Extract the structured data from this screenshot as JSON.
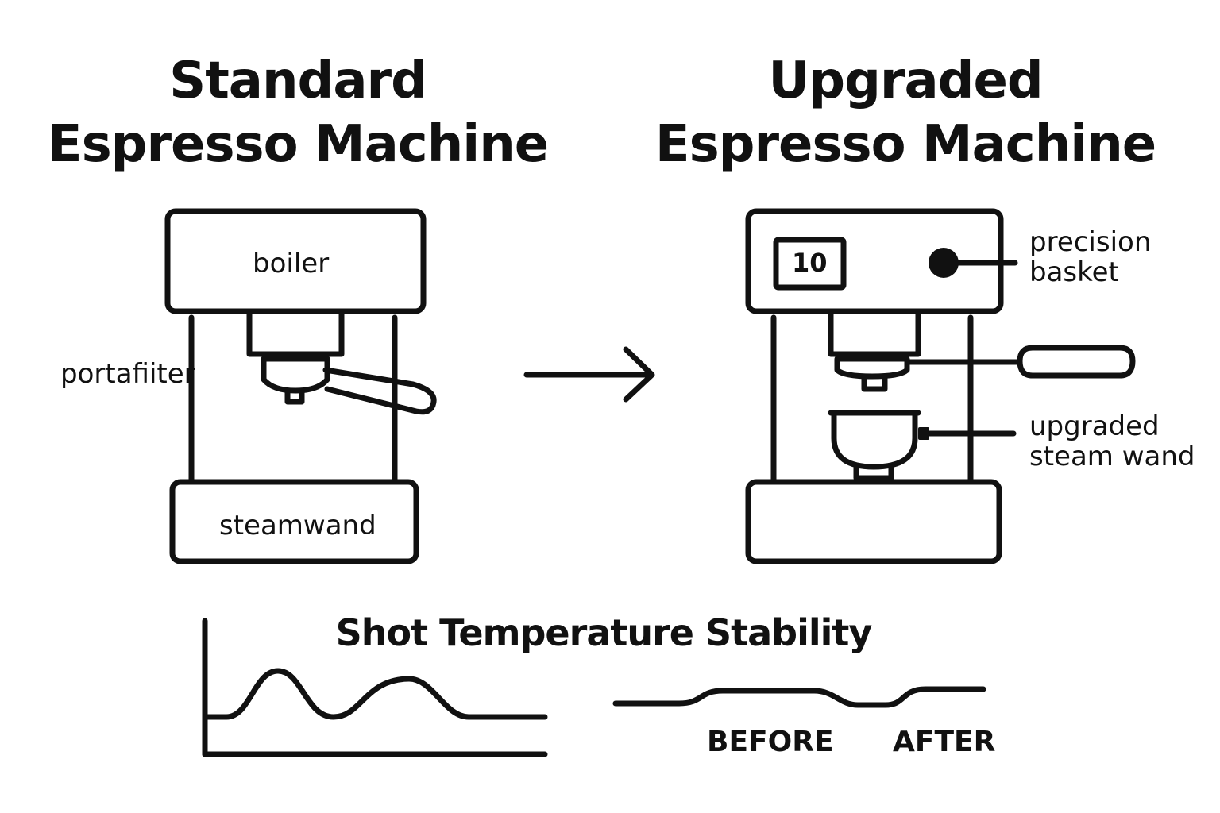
{
  "left_machine": {
    "title_line1": "Standard",
    "title_line2": "Espresso Machine",
    "boiler_label": "boiler",
    "portafilter_label": "portafiiter",
    "steamwand_label": "steamwand"
  },
  "right_machine": {
    "title_line1": "Upgraded",
    "title_line2": "Espresso Machine",
    "display_value": "10",
    "precision_label_line1": "precision",
    "precision_label_line2": "basket",
    "steam_label_line1": "upgraded",
    "steam_label_line2": "steam wand"
  },
  "stability": {
    "title": "Shot Temperature Stability",
    "before_label": "BEFORE",
    "after_label": "AFTER"
  },
  "colors": {
    "stroke": "#111111",
    "background": "#ffffff"
  }
}
